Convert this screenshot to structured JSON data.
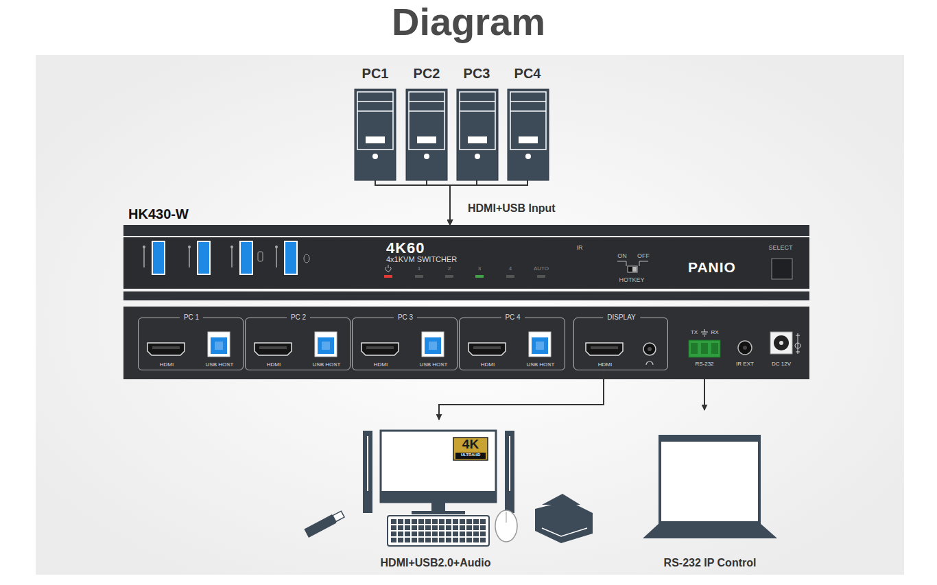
{
  "diagram": {
    "title": "Diagram",
    "nodes": [
      {
        "text": [
          "PC1"
        ]
      },
      {
        "text": [
          "PC2"
        ]
      },
      {
        "text": [
          "PC3"
        ]
      },
      {
        "text": [
          "PC4"
        ]
      },
      {
        "text": [
          "HK430-W"
        ]
      },
      {
        "text": [
          "PC 1",
          "HDMI",
          "USB HOST"
        ],
        "in": 4
      },
      {
        "text": [
          "PC 2",
          "HDMI",
          "USB HOST"
        ],
        "in": 4
      },
      {
        "text": [
          "PC 3",
          "HDMI",
          "USB HOST"
        ],
        "in": 4
      },
      {
        "text": [
          "PC 4",
          "HDMI",
          "USB HOST"
        ],
        "in": 4
      },
      {
        "text": [
          "DISPLAY",
          "HDMI"
        ],
        "in": 4
      },
      {
        "text": [
          "HDMI+USB2.0+Audio"
        ]
      },
      {
        "text": [
          "RS-232 IP Control"
        ]
      }
    ],
    "edges": [
      {
        "from": 0,
        "to": 4,
        "arrow": "to",
        "label": "HDMI+USB Input"
      },
      {
        "from": 1,
        "to": 4,
        "arrow": "to"
      },
      {
        "from": 2,
        "to": 4,
        "arrow": "to"
      },
      {
        "from": 3,
        "to": 4,
        "arrow": "to"
      },
      {
        "from": 9,
        "to": 10,
        "arrow": "to"
      },
      {
        "from": 4,
        "to": 11,
        "arrow": "to"
      }
    ],
    "labels": [
      "4K60",
      "4x1KVM SWITCHER",
      "1",
      "2",
      "3",
      "4",
      "AUTO",
      "IR",
      "ON",
      "OFF",
      "HOTKEY",
      "PANIO",
      "SELECT",
      "TX",
      "RX",
      "RS-232",
      "IR EXT",
      "DC 12V",
      "4K",
      "ULTRAHD"
    ]
  }
}
